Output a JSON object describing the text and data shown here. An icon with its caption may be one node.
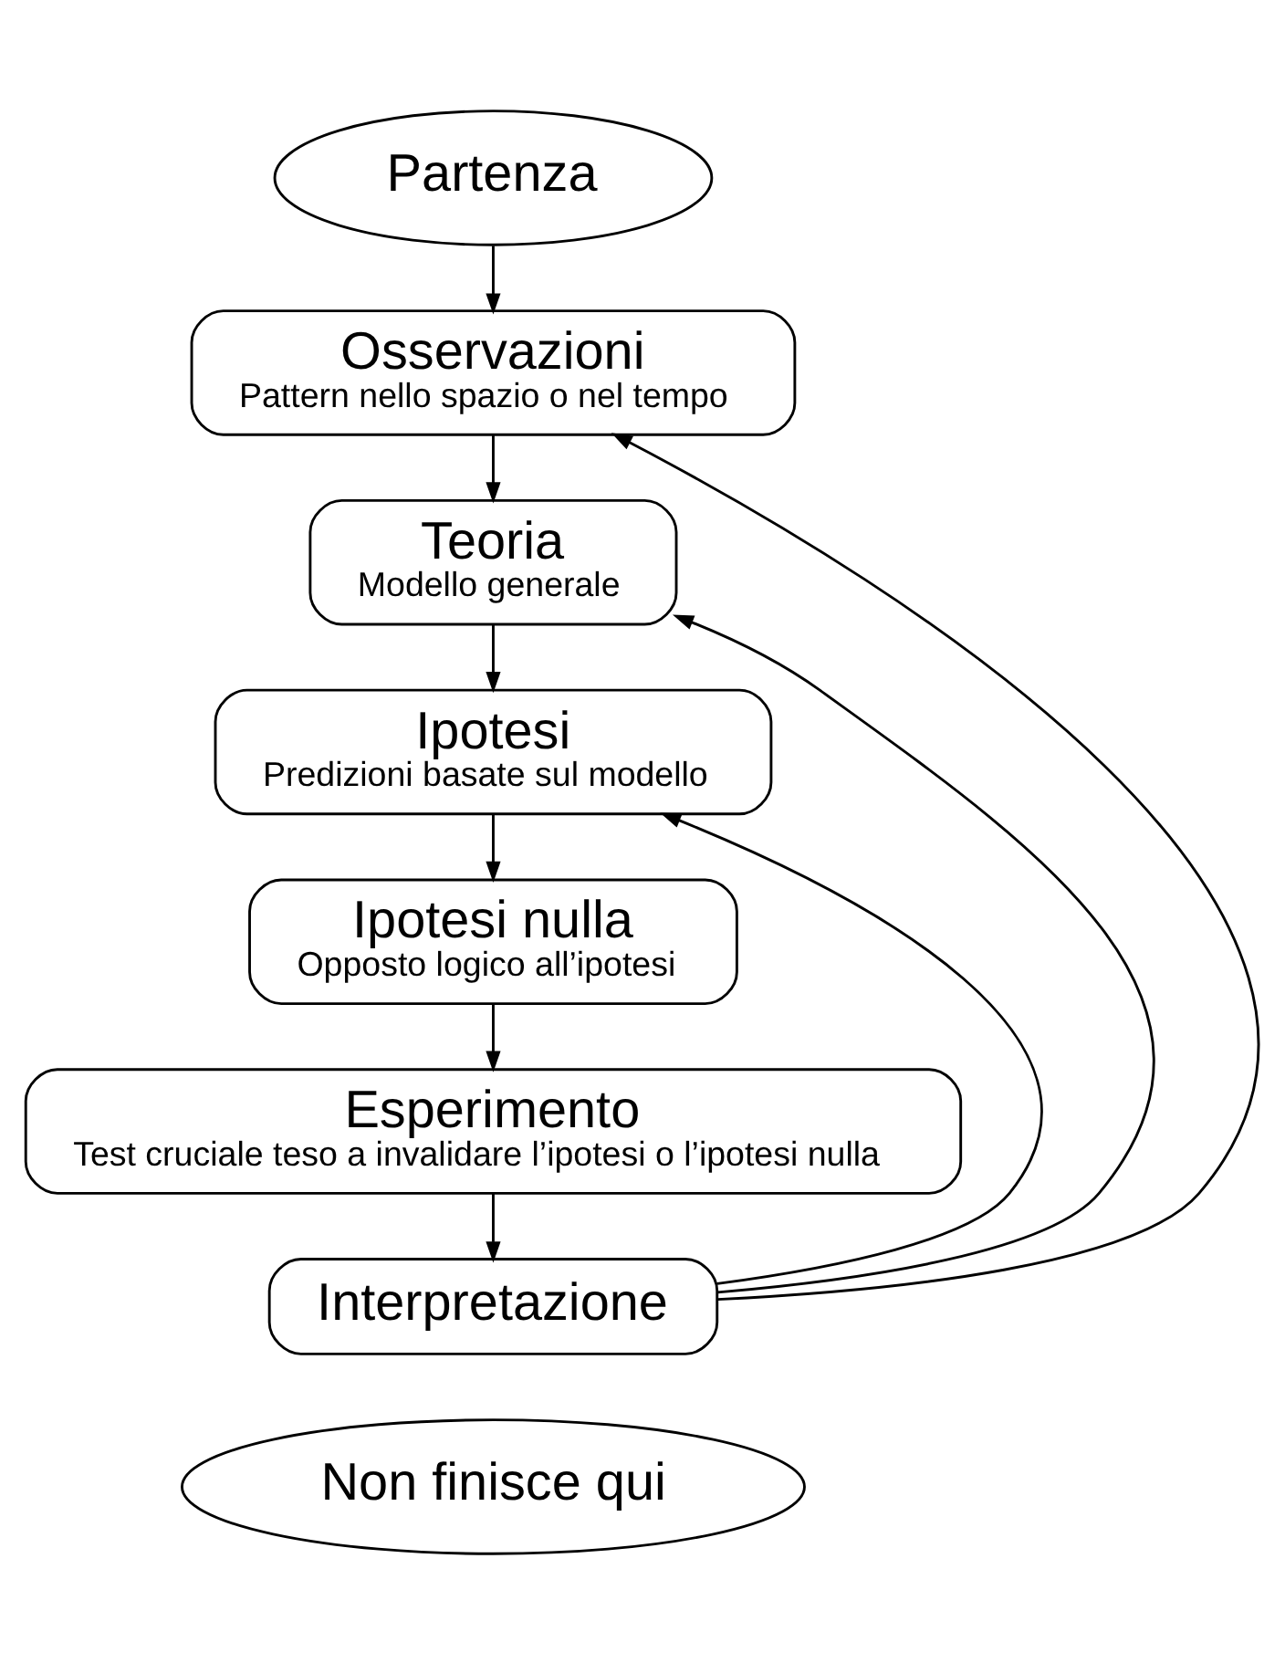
{
  "diagram": {
    "nodes": [
      {
        "text": [
          "Partenza"
        ]
      },
      {
        "text": [
          "Osservazioni",
          "Pattern nello spazio o nel tempo"
        ]
      },
      {
        "text": [
          "Teoria",
          "Modello generale"
        ]
      },
      {
        "text": [
          "Ipotesi",
          "Predizioni basate sul modello"
        ]
      },
      {
        "text": [
          "Ipotesi nulla",
          "Opposto logico all’ipotesi"
        ]
      },
      {
        "text": [
          "Esperimento",
          "Test cruciale teso a invalidare l’ipotesi o l’ipotesi nulla"
        ]
      },
      {
        "text": [
          "Interpretazione"
        ]
      },
      {
        "text": [
          "Non finisce qui"
        ]
      }
    ],
    "edges": [
      {
        "from": 0,
        "to": 1,
        "arrow": "to"
      },
      {
        "from": 1,
        "to": 2,
        "arrow": "to"
      },
      {
        "from": 2,
        "to": 3,
        "arrow": "to"
      },
      {
        "from": 3,
        "to": 4,
        "arrow": "to"
      },
      {
        "from": 4,
        "to": 5,
        "arrow": "to"
      },
      {
        "from": 5,
        "to": 6,
        "arrow": "to"
      },
      {
        "from": 6,
        "to": 1,
        "arrow": "to"
      },
      {
        "from": 6,
        "to": 2,
        "arrow": "to"
      },
      {
        "from": 6,
        "to": 3,
        "arrow": "to"
      }
    ]
  }
}
